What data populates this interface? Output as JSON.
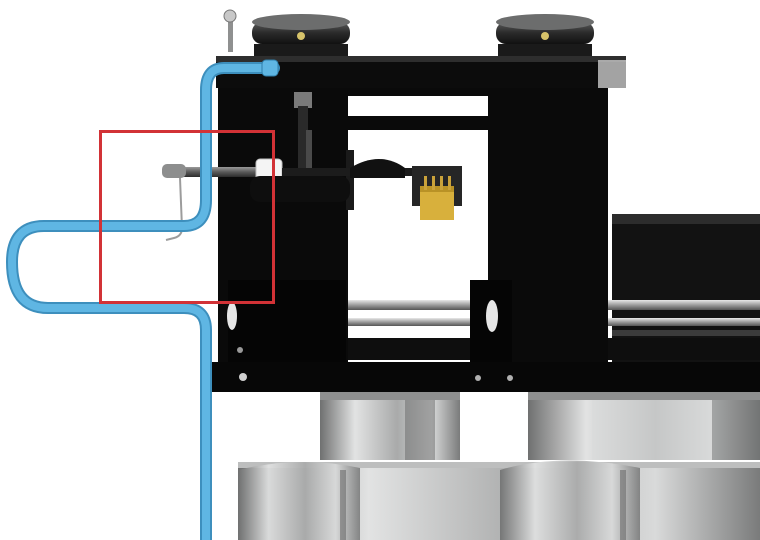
{
  "scene": {
    "kind": "3d-render",
    "subject": "motorized-stage-with-probe-arm",
    "colors": {
      "background": "#ffffff",
      "frame": "#0b0b0b",
      "cable": "#5fb6e3",
      "cable_shade": "#3d8fbd",
      "highlight_box": "#d23236",
      "metal_light": "#d7d8d8",
      "metal_dark": "#7b7c7c",
      "connector_gold": "#d8b03c"
    },
    "highlight": {
      "shape": "rectangle",
      "color": "#d23236",
      "target": "probe-tip"
    }
  }
}
